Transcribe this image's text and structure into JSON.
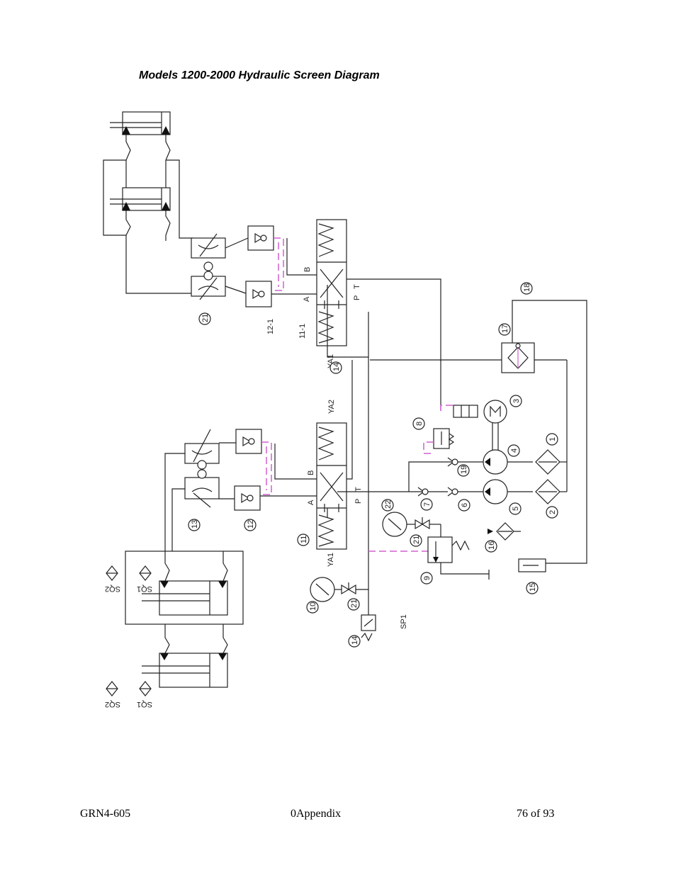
{
  "document": {
    "title": "Models 1200-2000 Hydraulic Screen Diagram"
  },
  "diagram": {
    "port_labels": {
      "a": "A",
      "b": "B",
      "p": "P",
      "t": "T"
    },
    "solenoids": {
      "ya1": "YA1",
      "ya2": "YA2"
    },
    "component_labels": {
      "v11_1": "11-1",
      "v12_1": "12-1",
      "c1": "1",
      "c2": "2",
      "c3": "3",
      "c4": "4",
      "c5": "5",
      "c6": "6",
      "c7": "7",
      "c8": "8",
      "c9": "9",
      "c10": "10",
      "c11": "11",
      "c12": "12",
      "c13": "13",
      "c14": "14",
      "c15": "15",
      "c16": "16",
      "c17": "17",
      "c18": "18",
      "c19": "19",
      "c21": "21",
      "c22": "22"
    },
    "sensors": {
      "sq1": "SQ1",
      "sq2": "SQ2",
      "sp1": "SP1"
    }
  },
  "footer": {
    "doc_id": "GRN4-605",
    "section": "0Appendix",
    "page": "76 of 93"
  }
}
